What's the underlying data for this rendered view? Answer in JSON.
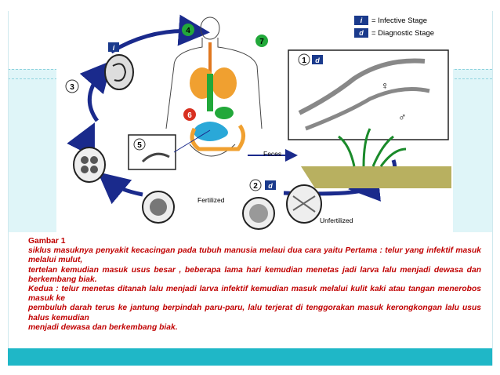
{
  "legend": {
    "infective_symbol": "i",
    "infective_label": "= Infective Stage",
    "diagnostic_symbol": "d",
    "diagnostic_label": "= Diagnostic Stage"
  },
  "diagram_labels": {
    "feces": "Feces",
    "fertilized": "Fertilized",
    "unfertilized": "Unfertilized"
  },
  "stages": [
    "1",
    "2",
    "3",
    "4",
    "5",
    "6",
    "7"
  ],
  "stage_badges": {
    "s1_badge": "d",
    "s1_top_badge": "i",
    "s2_badge": "d"
  },
  "caption": {
    "title": "Gambar 1",
    "lines": [
      "siklus masuknya penyakit kecacingan pada tubuh manusia melaui dua cara yaitu Pertama : telur yang infektif masuk melalui mulut,",
      "tertelan  kemudian masuk usus besar , beberapa lama hari kemudian  menetas jadi larva lalu menjadi dewasa dan berkembang biak.",
      "Kedua : telur menetas ditanah  lalu menjadi larva infektif  kemudian masuk melalui kulit kaki atau tangan menerobos masuk ke",
      "pembuluh darah   terus   ke jantung berpindah   paru-paru, lalu   terjerat di   tenggorakan masuk kerongkongan lalu usus halus kemudian",
      "menjadi dewasa dan berkembang biak."
    ]
  },
  "colors": {
    "accent": "#1fb7c7",
    "caption": "#c00000",
    "arrow": "#1a2a8c",
    "stage_green": "#22a83a",
    "stage_red": "#d83020"
  }
}
